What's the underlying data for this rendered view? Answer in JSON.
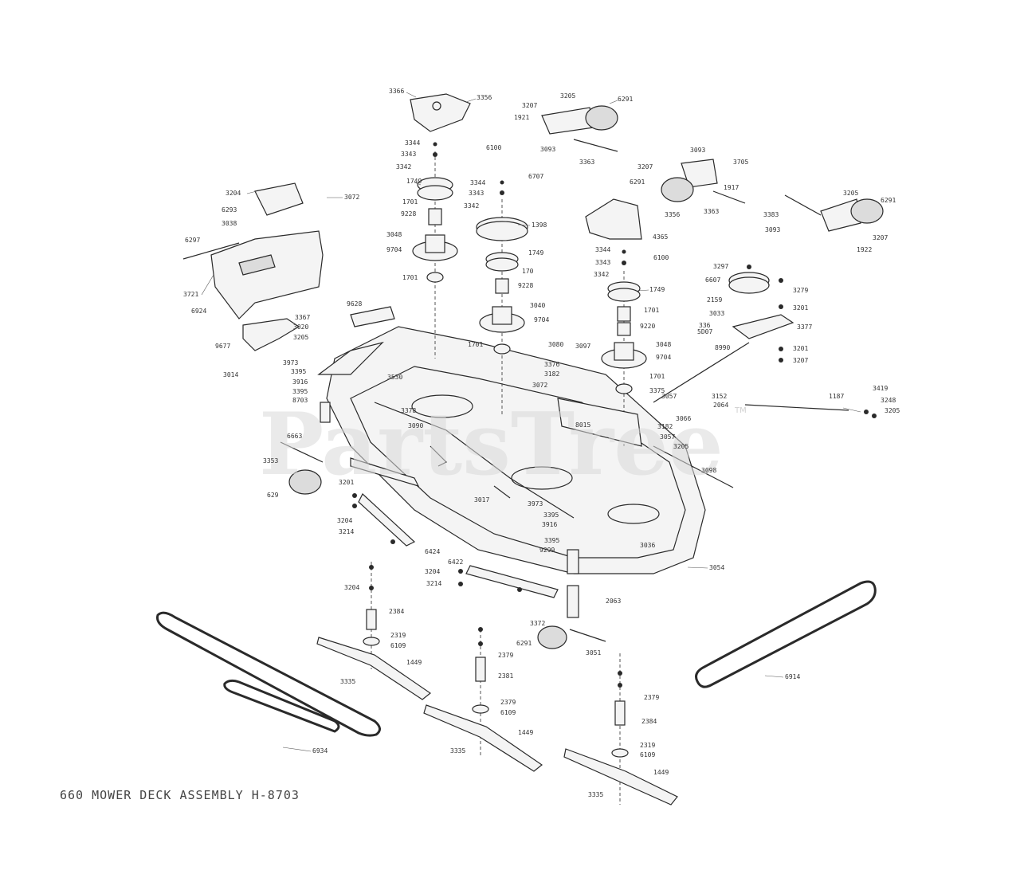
{
  "watermark": {
    "text": "PartsTree",
    "trademark": "TM"
  },
  "caption": "660 MOWER DECK ASSEMBLY H-8703",
  "callouts": [
    {
      "id": "c1",
      "text": "3366"
    },
    {
      "id": "c2",
      "text": "3356"
    },
    {
      "id": "c3",
      "text": "3205"
    },
    {
      "id": "c4",
      "text": "3207"
    },
    {
      "id": "c5",
      "text": "1921"
    },
    {
      "id": "c6",
      "text": "6291"
    },
    {
      "id": "c7",
      "text": "3093"
    },
    {
      "id": "c8",
      "text": "3363"
    },
    {
      "id": "c9",
      "text": "3344"
    },
    {
      "id": "c10",
      "text": "3343"
    },
    {
      "id": "c11",
      "text": "3342"
    },
    {
      "id": "c12",
      "text": "6100"
    },
    {
      "id": "c13",
      "text": "1749"
    },
    {
      "id": "c14",
      "text": "1701"
    },
    {
      "id": "c15",
      "text": "9228"
    },
    {
      "id": "c16",
      "text": "3048"
    },
    {
      "id": "c17",
      "text": "9704"
    },
    {
      "id": "c18",
      "text": "1701"
    },
    {
      "id": "c19",
      "text": "3344"
    },
    {
      "id": "c20",
      "text": "3343"
    },
    {
      "id": "c21",
      "text": "3342"
    },
    {
      "id": "c22",
      "text": "6707"
    },
    {
      "id": "c23",
      "text": "1398"
    },
    {
      "id": "c24",
      "text": "1749"
    },
    {
      "id": "c25",
      "text": "170"
    },
    {
      "id": "c26",
      "text": "9228"
    },
    {
      "id": "c27",
      "text": "3040"
    },
    {
      "id": "c28",
      "text": "9704"
    },
    {
      "id": "c29",
      "text": "1701"
    },
    {
      "id": "c30",
      "text": "3204"
    },
    {
      "id": "c31",
      "text": "6293"
    },
    {
      "id": "c32",
      "text": "3038"
    },
    {
      "id": "c33",
      "text": "3072"
    },
    {
      "id": "c34",
      "text": "6297"
    },
    {
      "id": "c35",
      "text": "3721"
    },
    {
      "id": "c36",
      "text": "6924"
    },
    {
      "id": "c37",
      "text": "9677"
    },
    {
      "id": "c38",
      "text": "3014"
    },
    {
      "id": "c39",
      "text": "3207"
    },
    {
      "id": "c40",
      "text": "3093"
    },
    {
      "id": "c41",
      "text": "3705"
    },
    {
      "id": "c42",
      "text": "6291"
    },
    {
      "id": "c43",
      "text": "1917"
    },
    {
      "id": "c44",
      "text": "3363"
    },
    {
      "id": "c45",
      "text": "3356"
    },
    {
      "id": "c46",
      "text": "4365"
    },
    {
      "id": "c47",
      "text": "3344"
    },
    {
      "id": "c48",
      "text": "3343"
    },
    {
      "id": "c49",
      "text": "3342"
    },
    {
      "id": "c50",
      "text": "6100"
    },
    {
      "id": "c51",
      "text": "1749"
    },
    {
      "id": "c52",
      "text": "1701"
    },
    {
      "id": "c53",
      "text": "9220"
    },
    {
      "id": "c54",
      "text": "3048"
    },
    {
      "id": "c55",
      "text": "9704"
    },
    {
      "id": "c56",
      "text": "1701"
    },
    {
      "id": "c57",
      "text": "3383"
    },
    {
      "id": "c58",
      "text": "3205"
    },
    {
      "id": "c59",
      "text": "6291"
    },
    {
      "id": "c60",
      "text": "3093"
    },
    {
      "id": "c61",
      "text": "3207"
    },
    {
      "id": "c62",
      "text": "1922"
    },
    {
      "id": "c63",
      "text": "3297"
    },
    {
      "id": "c64",
      "text": "6607"
    },
    {
      "id": "c65",
      "text": "3279"
    },
    {
      "id": "c66",
      "text": "2159"
    },
    {
      "id": "c67",
      "text": "3201"
    },
    {
      "id": "c68",
      "text": "3033"
    },
    {
      "id": "c69",
      "text": "3377"
    },
    {
      "id": "c70",
      "text": "336"
    },
    {
      "id": "c71",
      "text": "5D07"
    },
    {
      "id": "c72",
      "text": "8990"
    },
    {
      "id": "c73",
      "text": "3201"
    },
    {
      "id": "c74",
      "text": "3207"
    },
    {
      "id": "c75",
      "text": "9628"
    },
    {
      "id": "c76",
      "text": "3367"
    },
    {
      "id": "c77",
      "text": "3020"
    },
    {
      "id": "c78",
      "text": "3205"
    },
    {
      "id": "c79",
      "text": "3973"
    },
    {
      "id": "c80",
      "text": "3395"
    },
    {
      "id": "c81",
      "text": "3916"
    },
    {
      "id": "c82",
      "text": "3395"
    },
    {
      "id": "c83",
      "text": "8703"
    },
    {
      "id": "c84",
      "text": "3530"
    },
    {
      "id": "c85",
      "text": "6663"
    },
    {
      "id": "c86",
      "text": "3353"
    },
    {
      "id": "c87",
      "text": "629"
    },
    {
      "id": "c88",
      "text": "3201"
    },
    {
      "id": "c89",
      "text": "3204"
    },
    {
      "id": "c90",
      "text": "3214"
    },
    {
      "id": "c91",
      "text": "3080"
    },
    {
      "id": "c92",
      "text": "3097"
    },
    {
      "id": "c93",
      "text": "3376"
    },
    {
      "id": "c94",
      "text": "3182"
    },
    {
      "id": "c95",
      "text": "3072"
    },
    {
      "id": "c96",
      "text": "8015"
    },
    {
      "id": "c97",
      "text": "3375"
    },
    {
      "id": "c98",
      "text": "3057"
    },
    {
      "id": "c99",
      "text": "3066"
    },
    {
      "id": "c100",
      "text": "3182"
    },
    {
      "id": "c101",
      "text": "3057"
    },
    {
      "id": "c102",
      "text": "3205"
    },
    {
      "id": "c103",
      "text": "3152"
    },
    {
      "id": "c104",
      "text": "2064"
    },
    {
      "id": "c105",
      "text": "1187"
    },
    {
      "id": "c106",
      "text": "3419"
    },
    {
      "id": "c107",
      "text": "3248"
    },
    {
      "id": "c108",
      "text": "3205"
    },
    {
      "id": "c109",
      "text": "3098"
    },
    {
      "id": "c110",
      "text": "3378"
    },
    {
      "id": "c111",
      "text": "3090"
    },
    {
      "id": "c112",
      "text": "3017"
    },
    {
      "id": "c113",
      "text": "3973"
    },
    {
      "id": "c114",
      "text": "3395"
    },
    {
      "id": "c115",
      "text": "3916"
    },
    {
      "id": "c116",
      "text": "3395"
    },
    {
      "id": "c117",
      "text": "9299"
    },
    {
      "id": "c118",
      "text": "3036"
    },
    {
      "id": "c119",
      "text": "3054"
    },
    {
      "id": "c120",
      "text": "6424"
    },
    {
      "id": "c121",
      "text": "6422"
    },
    {
      "id": "c122",
      "text": "3204"
    },
    {
      "id": "c123",
      "text": "3214"
    },
    {
      "id": "c124",
      "text": "3204"
    },
    {
      "id": "c125",
      "text": "2063"
    },
    {
      "id": "c126",
      "text": "3372"
    },
    {
      "id": "c127",
      "text": "6291"
    },
    {
      "id": "c128",
      "text": "3051"
    },
    {
      "id": "c129",
      "text": "2384"
    },
    {
      "id": "c130",
      "text": "2319"
    },
    {
      "id": "c131",
      "text": "6109"
    },
    {
      "id": "c132",
      "text": "1449"
    },
    {
      "id": "c133",
      "text": "3335"
    },
    {
      "id": "c134",
      "text": "2379"
    },
    {
      "id": "c135",
      "text": "2381"
    },
    {
      "id": "c136",
      "text": "2379"
    },
    {
      "id": "c137",
      "text": "6109"
    },
    {
      "id": "c138",
      "text": "1449"
    },
    {
      "id": "c139",
      "text": "3335"
    },
    {
      "id": "c140",
      "text": "2379"
    },
    {
      "id": "c141",
      "text": "2384"
    },
    {
      "id": "c142",
      "text": "2319"
    },
    {
      "id": "c143",
      "text": "6109"
    },
    {
      "id": "c144",
      "text": "1449"
    },
    {
      "id": "c145",
      "text": "3335"
    },
    {
      "id": "c146",
      "text": "6934"
    },
    {
      "id": "c147",
      "text": "6914"
    }
  ]
}
